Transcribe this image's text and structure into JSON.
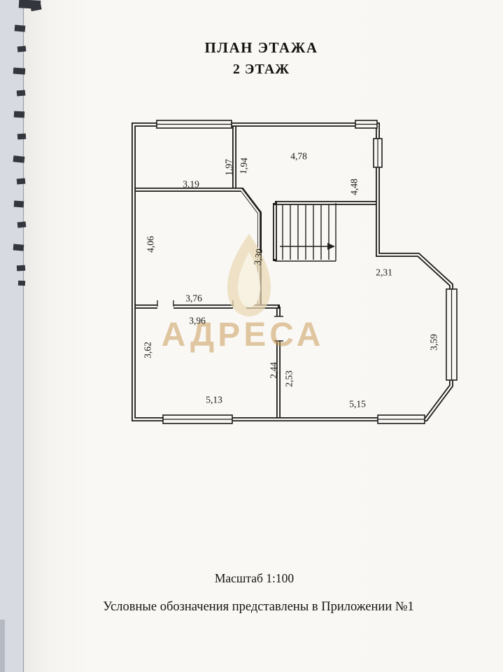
{
  "document": {
    "title_line1": "ПЛАН ЭТАЖА",
    "title_line2": "2 ЭТАЖ",
    "scale_label": "Масштаб 1:100",
    "legend_note": "Условные обозначения представлены в Приложении №1"
  },
  "watermark": {
    "text": "АДРЕСА",
    "accent_gold": "#c89a55"
  },
  "floor_plan": {
    "dimensions_m": {
      "top_left_room_width": "3,19",
      "top_left_room_height": "1,97",
      "hall_height": "1,94",
      "hall_width": "4,78",
      "upper_right_height": "4,48",
      "mid_left_room_height": "4,06",
      "mid_left_room_width": "3,76",
      "corridor_height": "3,30",
      "ledge_width": "2,31",
      "lower_left_room_top_width": "3,96",
      "lower_left_room_height": "3,62",
      "lower_left_room_width": "5,13",
      "partition_left_height": "2,44",
      "partition_right_height": "2,53",
      "lower_right_room_width": "5,15",
      "lower_right_room_height": "3,59"
    }
  }
}
